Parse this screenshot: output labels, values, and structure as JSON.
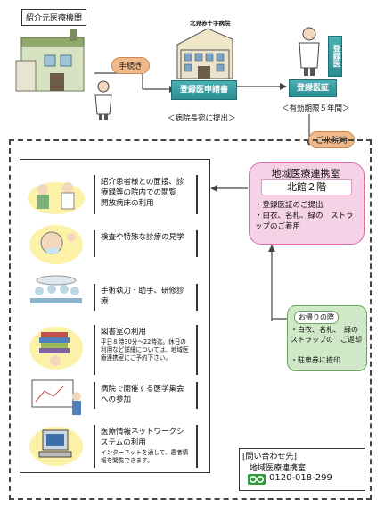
{
  "top": {
    "referrer_label": "紹介元医療機関",
    "procedure_tag": "手続き",
    "hospital_name": "北見赤十字病院",
    "application_form": "登録医申請書",
    "application_caption": "＜病院長宛に提出＞",
    "certificate": "登録医証",
    "certificate_caption": "＜有効期限５年間＞",
    "registered_doctor_sign": "登録医"
  },
  "visit_tag": "ご来院時",
  "office": {
    "title": "地域医療連携室",
    "location": "北館２階",
    "bullets": [
      "・登録医証のご提出",
      "・白衣、名札、緑の　ストラップのご着用"
    ]
  },
  "items": [
    {
      "title": "紹介患者様との面接、診療録等の院内での閲覧\n開放病床の利用",
      "sub": ""
    },
    {
      "title": "検査や特殊な診療の見学",
      "sub": ""
    },
    {
      "title": "手術執刀・助手、研修診療",
      "sub": ""
    },
    {
      "title": "図書室の利用",
      "sub": "平日８時30分～22時迄。休日の利用など詳細については、地域医療連携室にご予約下さい。"
    },
    {
      "title": "病院で開催する医学集会への参加",
      "sub": ""
    },
    {
      "title": "医療情報ネットワークシステムの利用",
      "sub": "インターネットを通して、患者情報を閲覧できます。"
    }
  ],
  "return": {
    "title": "お帰りの際",
    "bullets": [
      "・白衣、名札、　緑のストラップの　ご返却",
      "・駐車券に捺印"
    ]
  },
  "contact": {
    "title": "[問い合わせ先]",
    "name": "地域医療連携室",
    "phone": "0120-018-299"
  },
  "colors": {
    "teal": "#2a8e92",
    "orange": "#f0b98a",
    "pink": "#f6d2e6",
    "pink_border": "#e36aa4",
    "green": "#cfe8c7",
    "green_border": "#6aa35f",
    "freedial": "#2a9d3a"
  }
}
